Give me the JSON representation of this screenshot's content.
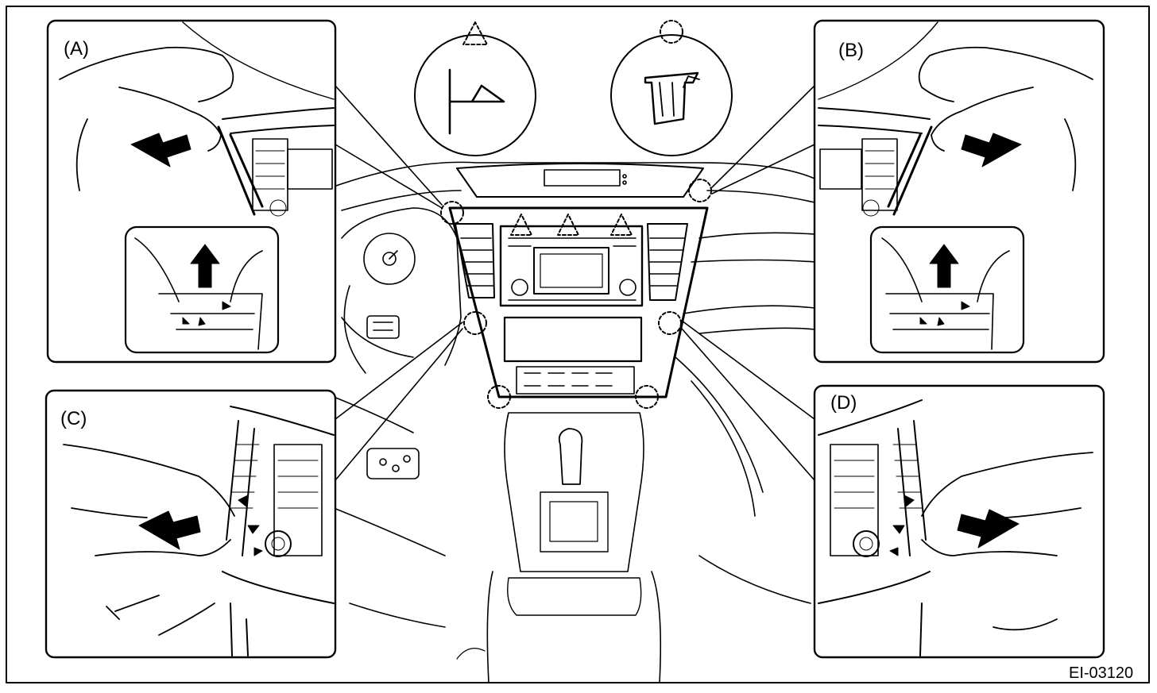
{
  "panels": {
    "a": "(A)",
    "b": "(B)",
    "c": "(C)",
    "d": "(D)"
  },
  "figure_code": "EI-03120",
  "legend": {
    "claw_symbol": "dashed-triangle-icon",
    "clip_symbol": "dashed-circle-icon"
  },
  "icons": [
    "arrow-pull-icon",
    "arrow-up-icon",
    "knob"
  ]
}
